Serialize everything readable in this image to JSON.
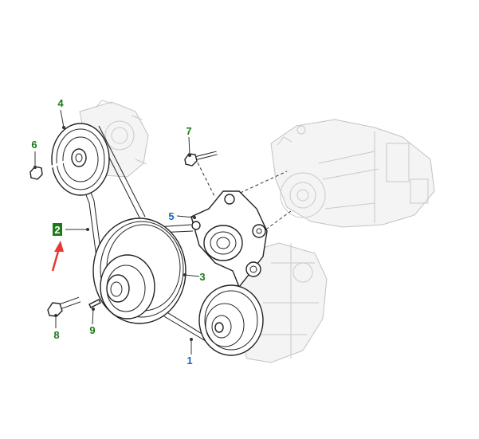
{
  "colors": {
    "callout_default": "#1a7a1a",
    "callout_highlight": "#1565c0",
    "highlight_box": "#1a7a1a",
    "highlight_text": "#ffffff",
    "arrow": "#e53935"
  },
  "callouts": {
    "c1": "1",
    "c2": "2",
    "c3": "3",
    "c4": "4",
    "c5": "5",
    "c6": "6",
    "c7": "7",
    "c8": "8",
    "c9": "9"
  }
}
